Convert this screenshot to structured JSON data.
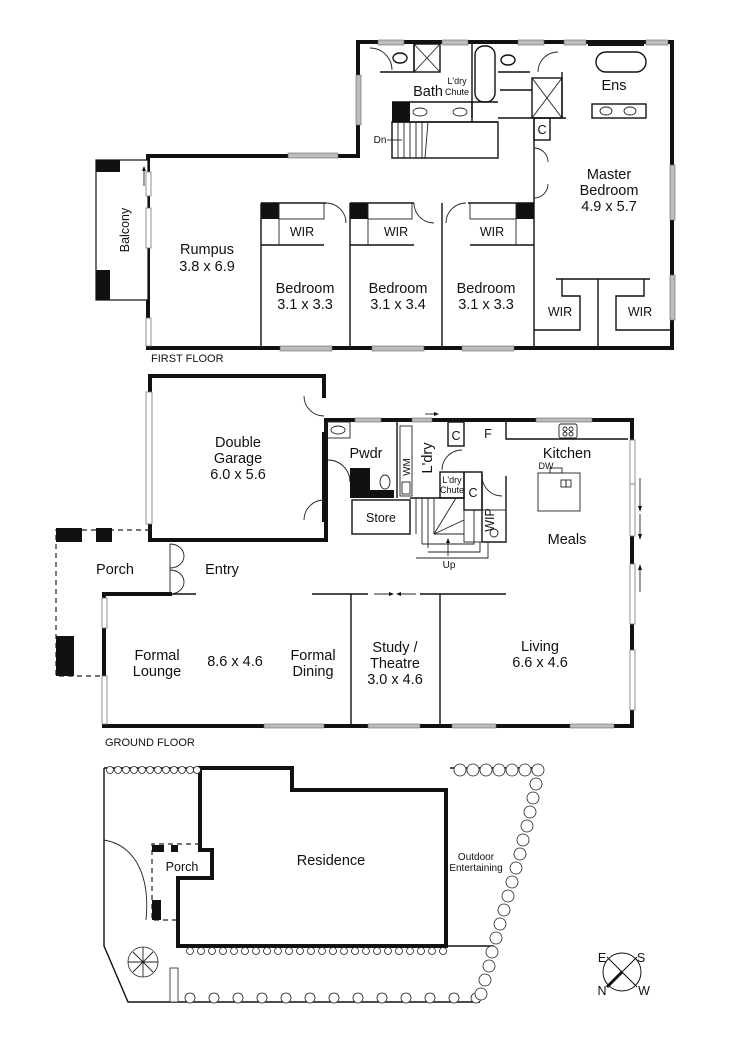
{
  "first_floor": {
    "label": "FIRST FLOOR",
    "rooms": {
      "bath": "Bath",
      "ldry_chute_line1": "L'dry",
      "ldry_chute_line2": "Chute",
      "ens": "Ens",
      "cupboard": "C",
      "stairs_dn": "Dn",
      "master_name_line1": "Master",
      "master_name_line2": "Bedroom",
      "master_size": "4.9 x 5.7",
      "balcony": "Balcony",
      "rumpus_name": "Rumpus",
      "rumpus_size": "3.8 x 6.9",
      "bed1_name": "Bedroom",
      "bed1_size": "3.1 x 3.3",
      "bed2_name": "Bedroom",
      "bed2_size": "3.1 x 3.4",
      "bed3_name": "Bedroom",
      "bed3_size": "3.1 x 3.3",
      "wir": "WIR"
    }
  },
  "ground_floor": {
    "label": "GROUND FLOOR",
    "rooms": {
      "garage_line1": "Double",
      "garage_line2": "Garage",
      "garage_size": "6.0 x 5.6",
      "pwdr": "Pwdr",
      "wm": "WM",
      "ldry": "L'dry",
      "cupboard": "C",
      "fridge": "F",
      "kitchen": "Kitchen",
      "dw": "DW",
      "ldry_chute_line1": "L'dry",
      "ldry_chute_line2": "Chute",
      "wip": "WIP",
      "store": "Store",
      "stairs_up": "Up",
      "meals": "Meals",
      "porch": "Porch",
      "entry": "Entry",
      "formal_lounge_line1": "Formal",
      "formal_lounge_line2": "Lounge",
      "lounge_dining_size": "8.6 x 4.6",
      "formal_dining_line1": "Formal",
      "formal_dining_line2": "Dining",
      "study_line1": "Study /",
      "study_line2": "Theatre",
      "study_size": "3.0 x 4.6",
      "living_name": "Living",
      "living_size": "6.6 x 4.6"
    }
  },
  "site_plan": {
    "residence": "Residence",
    "porch": "Porch",
    "outdoor_line1": "Outdoor",
    "outdoor_line2": "Entertaining"
  },
  "compass": {
    "e": "E",
    "s": "S",
    "n": "N",
    "w": "W"
  }
}
